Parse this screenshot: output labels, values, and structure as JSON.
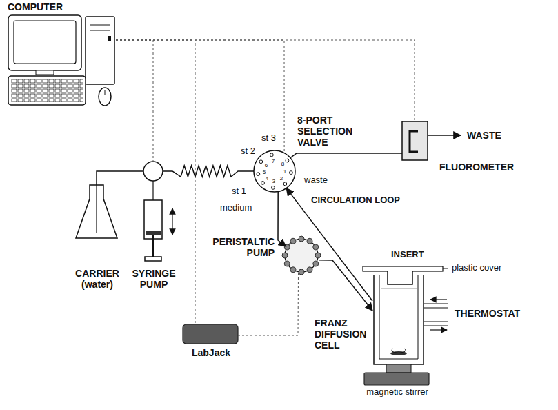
{
  "diagram": {
    "nodes": [
      {
        "text": [
          "COMPUTER"
        ]
      },
      {
        "text": [
          "CARRIER (water)"
        ]
      },
      {
        "text": [
          "SYRINGE PUMP"
        ]
      },
      {
        "text": [
          "8-PORT SELECTION VALVE"
        ]
      },
      {
        "text": [
          "FLUOROMETER"
        ]
      },
      {
        "text": [
          "PERISTALTIC PUMP"
        ]
      },
      {
        "text": [
          "LabJack"
        ]
      },
      {
        "text": [
          "FRANZ DIFFUSION CELL"
        ]
      },
      {
        "text": [
          "magnetic stirrer"
        ]
      }
    ],
    "edges": [
      {
        "from": 0,
        "to": 2,
        "arrow": "none"
      },
      {
        "from": 0,
        "to": 6,
        "arrow": "none"
      },
      {
        "from": 0,
        "to": 3,
        "arrow": "none"
      },
      {
        "from": 0,
        "to": 4,
        "arrow": "none"
      },
      {
        "from": 6,
        "to": 5,
        "arrow": "none"
      },
      {
        "from": 1,
        "to": 2,
        "arrow": "none"
      },
      {
        "from": 2,
        "to": 3,
        "arrow": "none"
      },
      {
        "from": 3,
        "to": 4,
        "arrow": "none"
      },
      {
        "from": 3,
        "to": 5,
        "arrow": "to"
      },
      {
        "from": 5,
        "to": 7,
        "arrow": "to"
      },
      {
        "from": 7,
        "to": 3,
        "arrow": "to"
      }
    ],
    "labels": [
      "WASTE",
      "st 3",
      "st 2",
      "st 1",
      "medium",
      "waste",
      "1",
      "2",
      "3",
      "4",
      "5",
      "6",
      "7",
      "8",
      "CIRCULATION LOOP",
      "INSERT",
      "plastic cover",
      "THERMOSTAT"
    ]
  }
}
